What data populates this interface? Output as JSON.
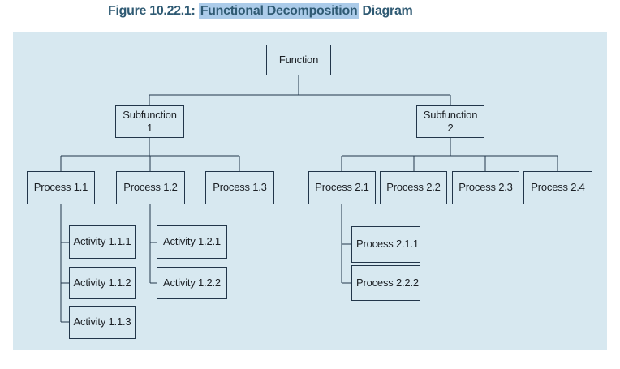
{
  "figure_title": {
    "prefix": "Figure 10.22.1: ",
    "highlighted": "Functional Decomposition",
    "suffix": " Diagram"
  },
  "colors": {
    "panel_background": "#d7e8f0",
    "connector_line": "#22364a",
    "box_border": "#22364a",
    "node_text": "#1b1f24",
    "title_text": "#2f5a73",
    "title_highlight": "#abcbe9"
  },
  "diagram": {
    "root": {
      "label": "Function",
      "children": [
        {
          "label": "Subfunction 1",
          "children": [
            {
              "label": "Process 1.1",
              "children": [
                {
                  "label": "Activity 1.1.1"
                },
                {
                  "label": "Activity 1.1.2"
                },
                {
                  "label": "Activity 1.1.3"
                }
              ]
            },
            {
              "label": "Process 1.2",
              "children": [
                {
                  "label": "Activity 1.2.1"
                },
                {
                  "label": "Activity 1.2.2"
                }
              ]
            },
            {
              "label": "Process 1.3"
            }
          ]
        },
        {
          "label": "Subfunction 2",
          "children": [
            {
              "label": "Process 2.1",
              "children": [
                {
                  "label": "Process 2.1.1"
                },
                {
                  "label": "Process 2.2.2"
                }
              ]
            },
            {
              "label": "Process 2.2"
            },
            {
              "label": "Process 2.3"
            },
            {
              "label": "Process 2.4"
            }
          ]
        }
      ]
    }
  }
}
